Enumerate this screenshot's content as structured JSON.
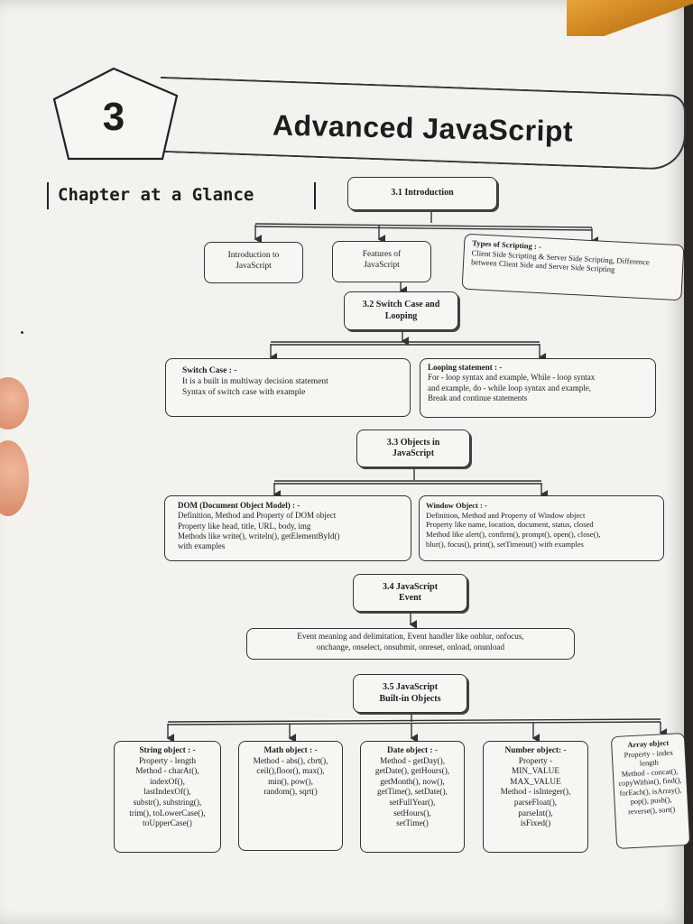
{
  "chapter": {
    "number": "3",
    "title": "Advanced JavaScript",
    "glance": "Chapter at a Glance"
  },
  "sections": [
    {
      "heading": "3.1 Introduction",
      "children": [
        {
          "lines": [
            "Introduction to",
            "JavaScript"
          ]
        },
        {
          "lines": [
            "Features of",
            "JavaScript"
          ]
        },
        {
          "title": "Types of Scripting : -",
          "lines": [
            "Client Side Scripting & Server Side Scripting, Difference",
            "between Client Side and Server Side Scripting"
          ]
        }
      ]
    },
    {
      "heading_lines": [
        "3.2 Switch Case and",
        "Looping"
      ],
      "children": [
        {
          "title": "Switch Case : -",
          "lines": [
            "It is a built in multiway decision statement",
            "Syntax of switch case with example"
          ]
        },
        {
          "title": "Looping statement : -",
          "lines": [
            "For - loop syntax and example, While - loop syntax",
            "and example, do - while loop syntax and example,",
            "Break and continue statements"
          ]
        }
      ]
    },
    {
      "heading_lines": [
        "3.3 Objects in",
        "JavaScript"
      ],
      "children": [
        {
          "title": "DOM (Document Object Model) : -",
          "lines": [
            "Definition, Method and Property of DOM object",
            "Property like head, title, URL, body, img",
            "Methods like write(), writeln(), getElementById()",
            "with examples"
          ]
        },
        {
          "title": "Window Object : -",
          "lines": [
            "Definition, Method and Property of Window object",
            "Property like name, location, document, status, closed",
            "Method like alert(), confirm(), prompt(), open(), close(),",
            "blur(), focus(), print(), setTimeout() with examples"
          ]
        }
      ]
    },
    {
      "heading_lines": [
        "3.4 JavaScript",
        "Event"
      ],
      "children": [
        {
          "lines": [
            "Event meaning and delimitation, Event handler like onblur, onfocus,",
            "onchange, onselect, onsubmit, onreset, onload, onunload"
          ]
        }
      ]
    },
    {
      "heading_lines": [
        "3.5 JavaScript",
        "Built-in Objects"
      ],
      "children": [
        {
          "title": "String object : -",
          "lines": [
            "Property - length",
            "Method - charAt(),",
            "indexOf(),",
            "lastIndexOf(),",
            "substr(), substring(),",
            "trim(), toLowerCase(),",
            "toUpperCase()"
          ]
        },
        {
          "title": "Math object : -",
          "lines": [
            "Method - abs(), cbrt(),",
            "ceil(),floor(), max(),",
            "min(), pow(),",
            "random(), sqrt()"
          ]
        },
        {
          "title": "Date object : -",
          "lines": [
            "Method - getDay(),",
            "getDate(), getHours(),",
            "getMonth(), now(),",
            "getTime(), setDate(),",
            "setFullYear(),",
            "setHours(),",
            "setTime()"
          ]
        },
        {
          "title": "Number object: -",
          "lines": [
            "Property -",
            "MIN_VALUE",
            "MAX_VALUE",
            "Method - isInteger(),",
            "parseFloat(),",
            "parseInt(),",
            "isFixed()"
          ]
        },
        {
          "title": "Array object",
          "lines": [
            "Property - index",
            "length",
            "Method - concat(),",
            "copyWithin(), find(),",
            "forEach(), isArray(),",
            "pop(), push(),",
            "reverse(), sort()"
          ]
        }
      ]
    }
  ]
}
